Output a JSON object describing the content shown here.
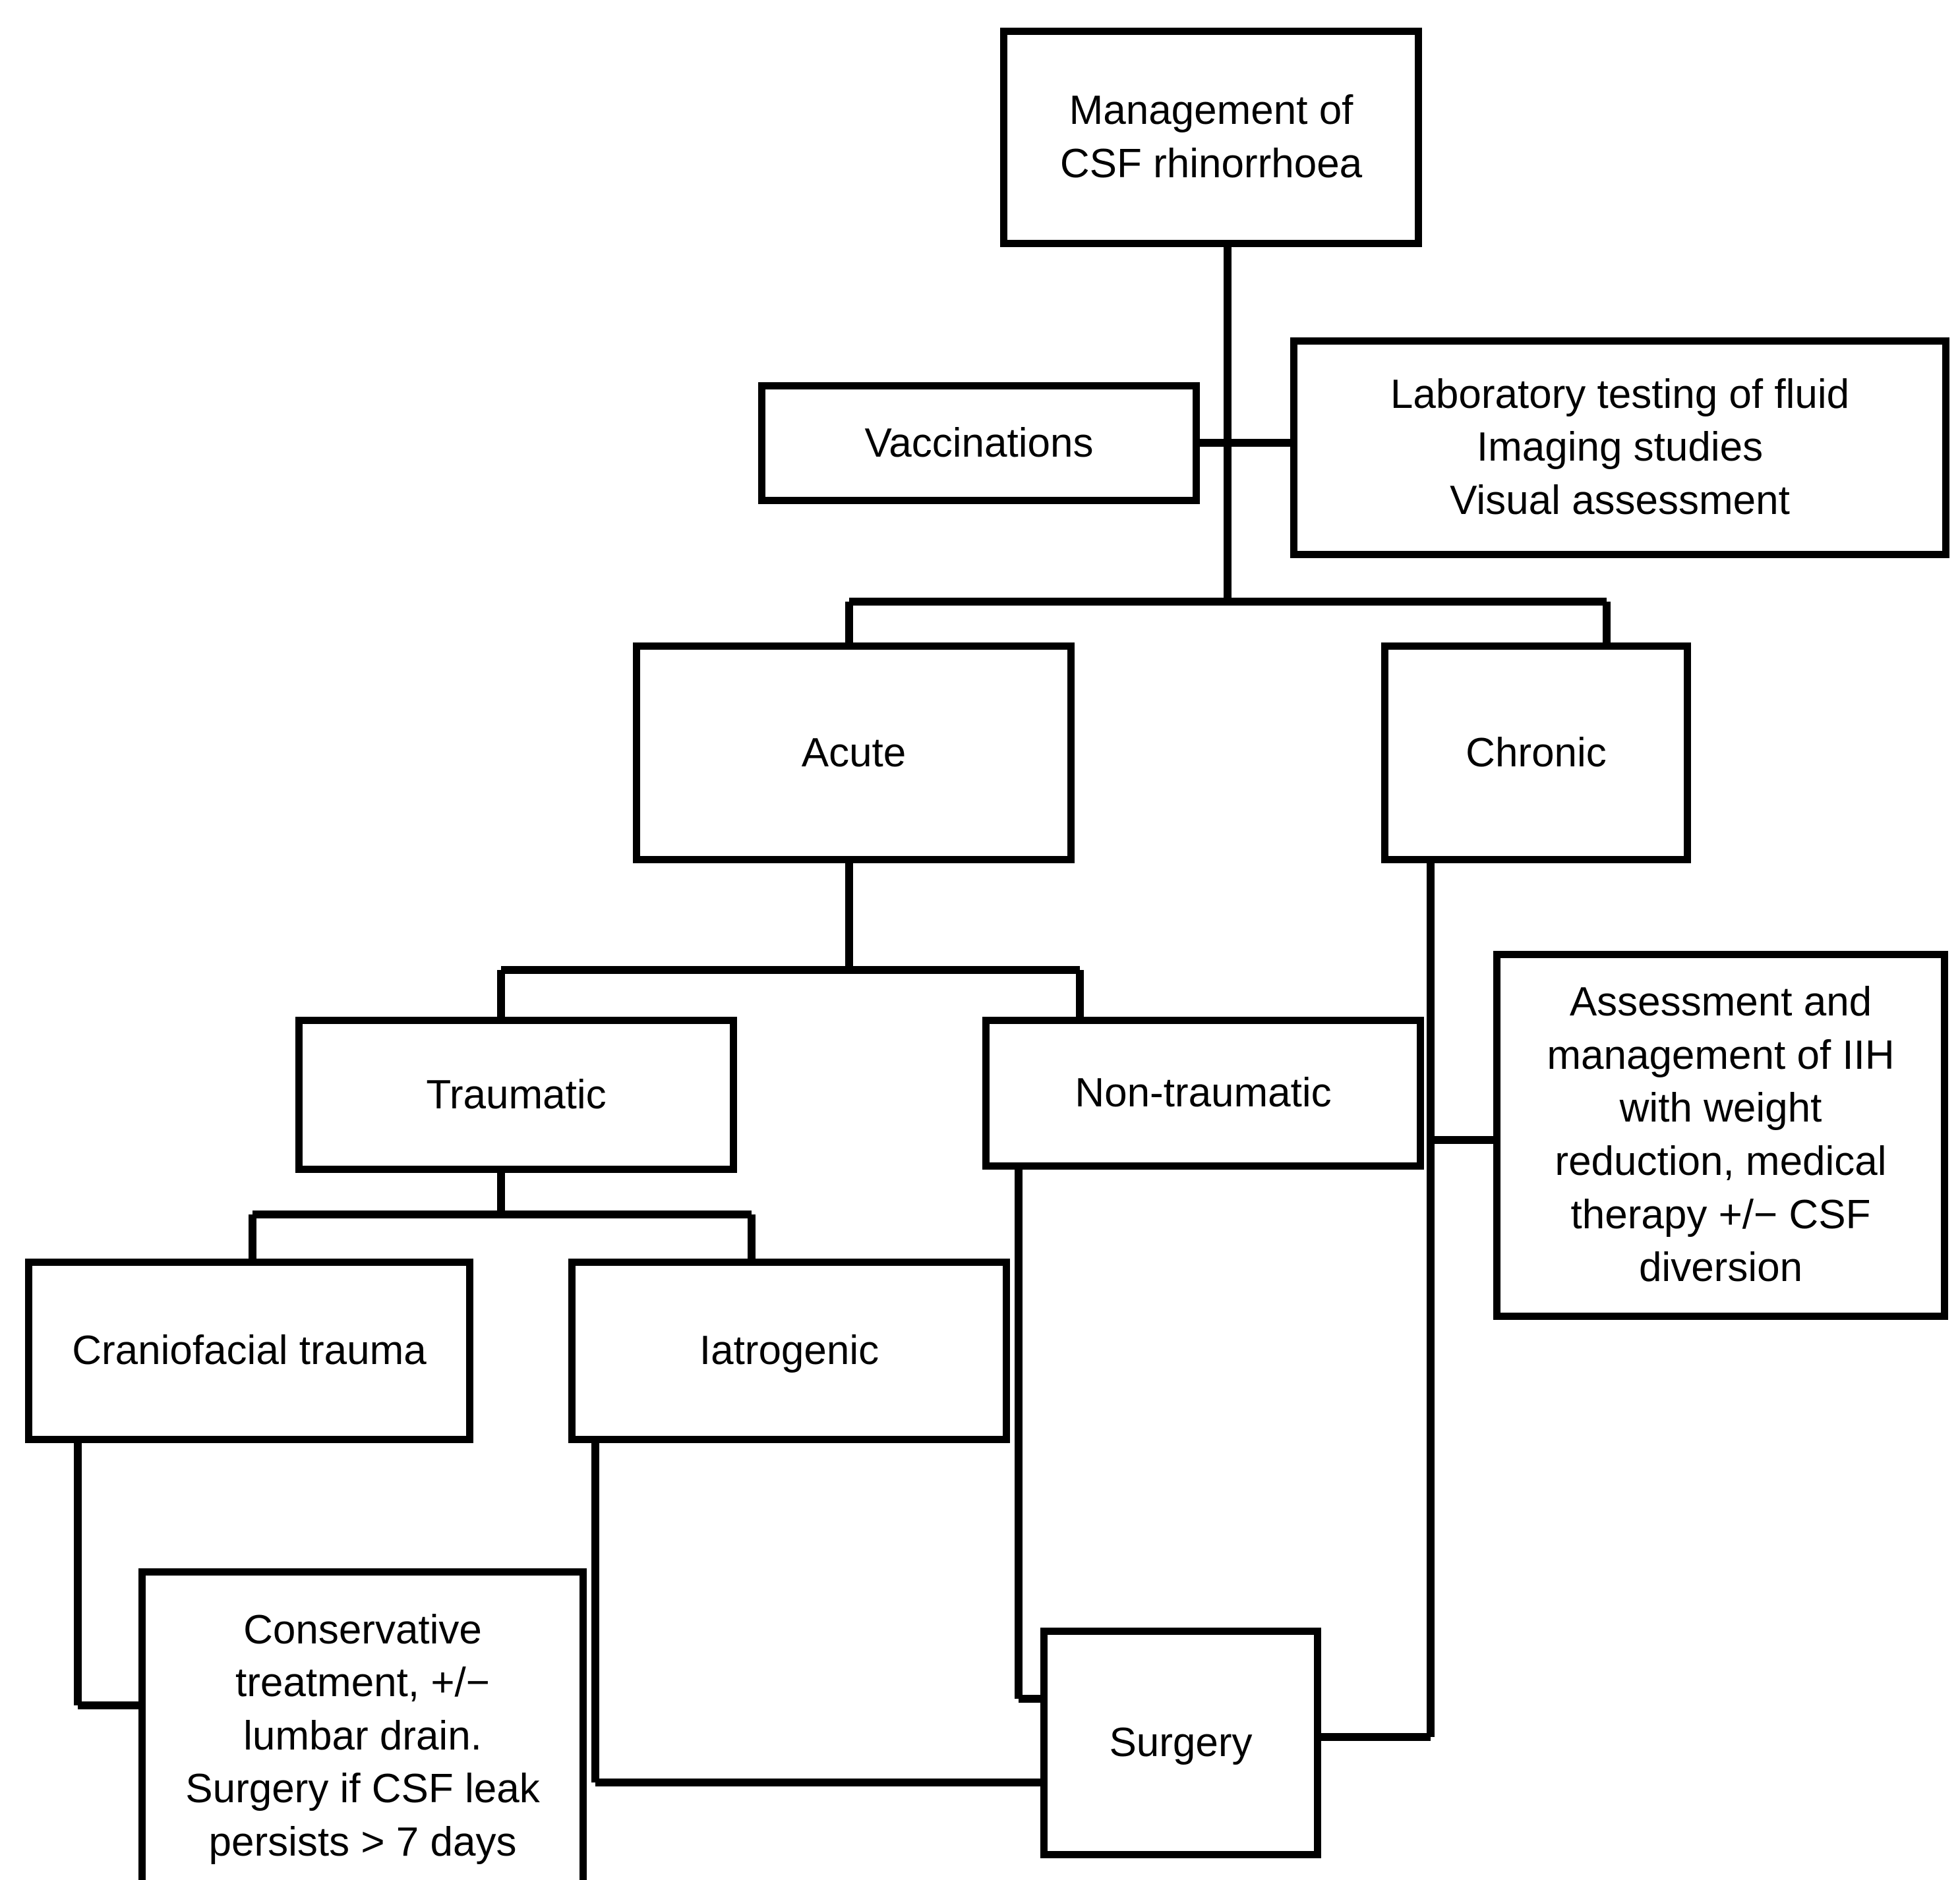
{
  "diagram": {
    "title": "Management of CSF rhinorrhoea flowchart",
    "background_color": "#ffffff",
    "line_color": "#000000",
    "text_color": "#000000",
    "nodes": {
      "root": "Management of\nCSF rhinorrhoea",
      "vaccinations": "Vaccinations",
      "workup": "Laboratory testing of fluid\nImaging studies\nVisual assessment",
      "acute": "Acute",
      "chronic": "Chronic",
      "traumatic": "Traumatic",
      "non_traumatic": "Non-traumatic",
      "iih": "Assessment and\nmanagement of IIH\nwith weight\nreduction, medical\ntherapy +/− CSF\ndiversion",
      "craniofacial": "Craniofacial trauma",
      "iatrogenic": "Iatrogenic",
      "conservative": "Conservative\ntreatment, +/−\nlumbar drain.\nSurgery if CSF leak\npersists > 7 days",
      "surgery": "Surgery"
    }
  }
}
